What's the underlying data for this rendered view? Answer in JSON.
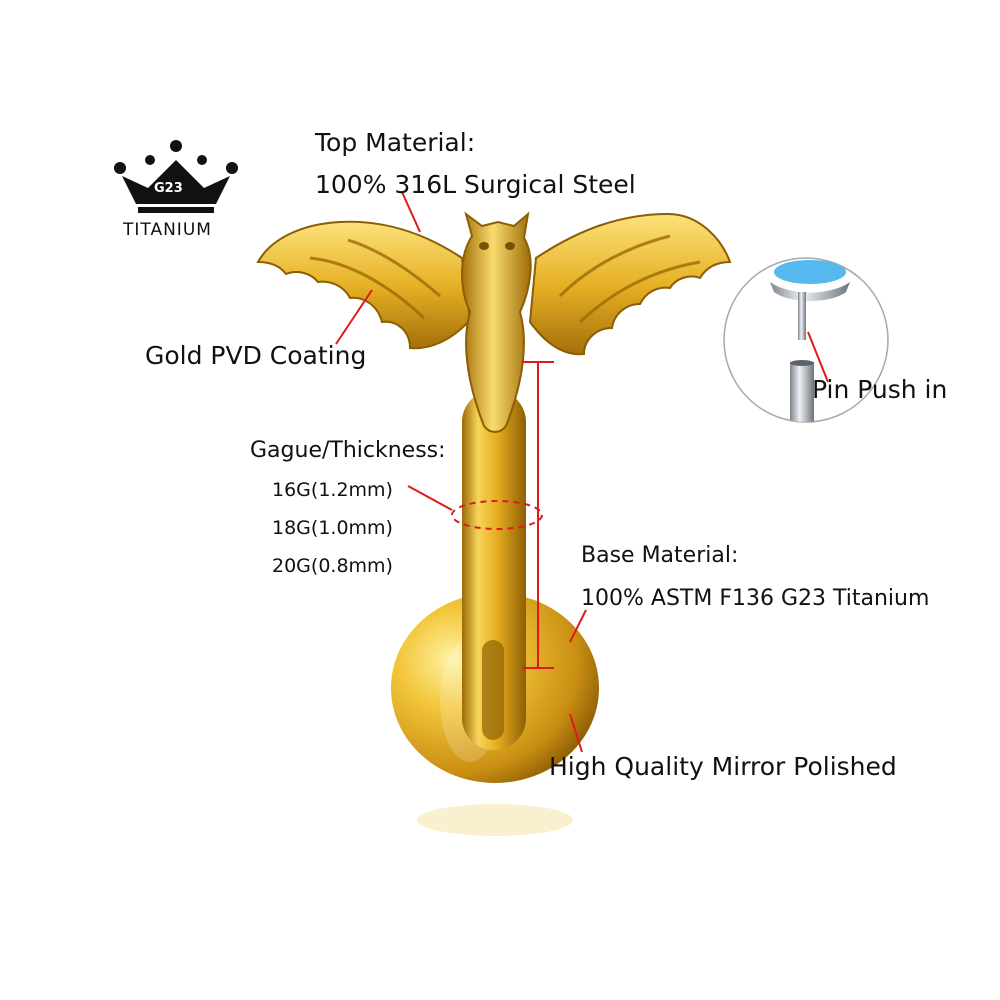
{
  "badge": {
    "crown_label": "G23",
    "caption": "TITANIUM",
    "icon": "crown-icon"
  },
  "callouts": {
    "top_material_title": "Top Material:",
    "top_material_value": "100% 316L Surgical Steel",
    "coating": "Gold PVD Coating",
    "gauge_title": "Gague/Thickness:",
    "gauges": [
      "16G(1.2mm)",
      "18G(1.0mm)",
      "20G(0.8mm)"
    ],
    "pin": "Pin Push in",
    "base_material_title": "Base Material:",
    "base_material_value": "100% ASTM F136 G23 Titanium",
    "polish": "High Quality Mirror Polished"
  },
  "colors": {
    "gold_light": "#f7d45a",
    "gold_mid": "#e6ad1f",
    "gold_dark": "#9b6a08",
    "callout_red": "#e01919",
    "steel": "#c7ccd2"
  }
}
